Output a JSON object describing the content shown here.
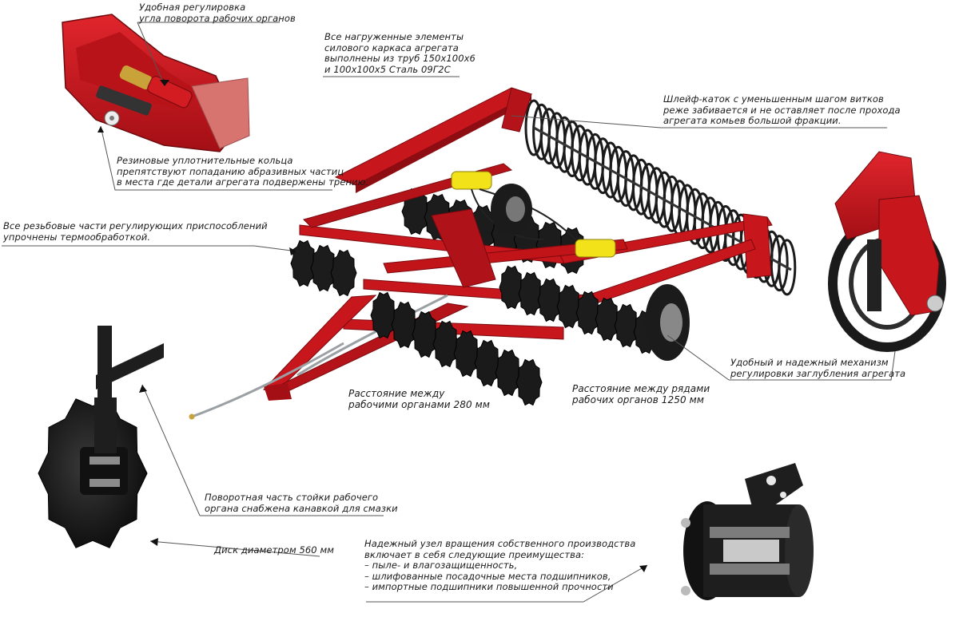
{
  "annotations": {
    "rotation_angle": {
      "lines": [
        "Удобная регулировка",
        "угла поворота рабочих органов"
      ]
    },
    "frame_tubes": {
      "lines": [
        "Все нагруженные элементы",
        "силового каркаса агрегата",
        "выполнены из труб 150х100х6",
        "и 100х100х5 Сталь 09Г2С"
      ]
    },
    "roller": {
      "lines": [
        "Шлейф-каток с уменьшенным шагом витков",
        "реже забивается и не оставляет после прохода",
        "агрегата комьев большой фракции."
      ]
    },
    "rubber_rings": {
      "lines": [
        "Резиновые уплотнительные кольца",
        "препятствуют попаданию абразивных частиц",
        "в места где детали агрегата подвержены трению."
      ]
    },
    "threaded_parts": {
      "lines": [
        "Все резьбовые части регулирующих приспособлений",
        "упрочнены термообработкой."
      ]
    },
    "depth_mechanism": {
      "lines": [
        "Удобный и надежный механизм",
        "регулировки заглубления агрегата"
      ]
    },
    "spacing_280": {
      "lines": [
        "Расстояние между",
        "рабочими органами 280 мм"
      ]
    },
    "spacing_1250": {
      "lines": [
        "Расстояние между рядами",
        "рабочих органов 1250 мм"
      ]
    },
    "stand_groove": {
      "lines": [
        "Поворотная часть стойки рабочего",
        "органа снабжена канавкой для смазки"
      ]
    },
    "disc_diameter": {
      "lines": [
        "Диск диаметром 560 мм"
      ]
    },
    "rotation_unit": {
      "lines": [
        "Надежный узел вращения собственного производства",
        "включает в себя следующие преимущества:",
        "– пыле- и влагозащищенность,",
        "– шлифованные посадочные места подшипников,",
        "– импортные подшипники повышенной  прочности"
      ]
    }
  },
  "colors": {
    "frame_red": "#c8161d",
    "frame_dark": "#8e0d12",
    "metal_dark": "#2b2b2b",
    "disc_black": "#151515",
    "cylinder_yellow": "#f2e21a",
    "leader_line": "#555555"
  },
  "icons": [
    "disc-harrow-illustration",
    "rotation-adjuster-detail",
    "depth-adjuster-detail",
    "disc-stand-detail",
    "bearing-unit-detail"
  ]
}
